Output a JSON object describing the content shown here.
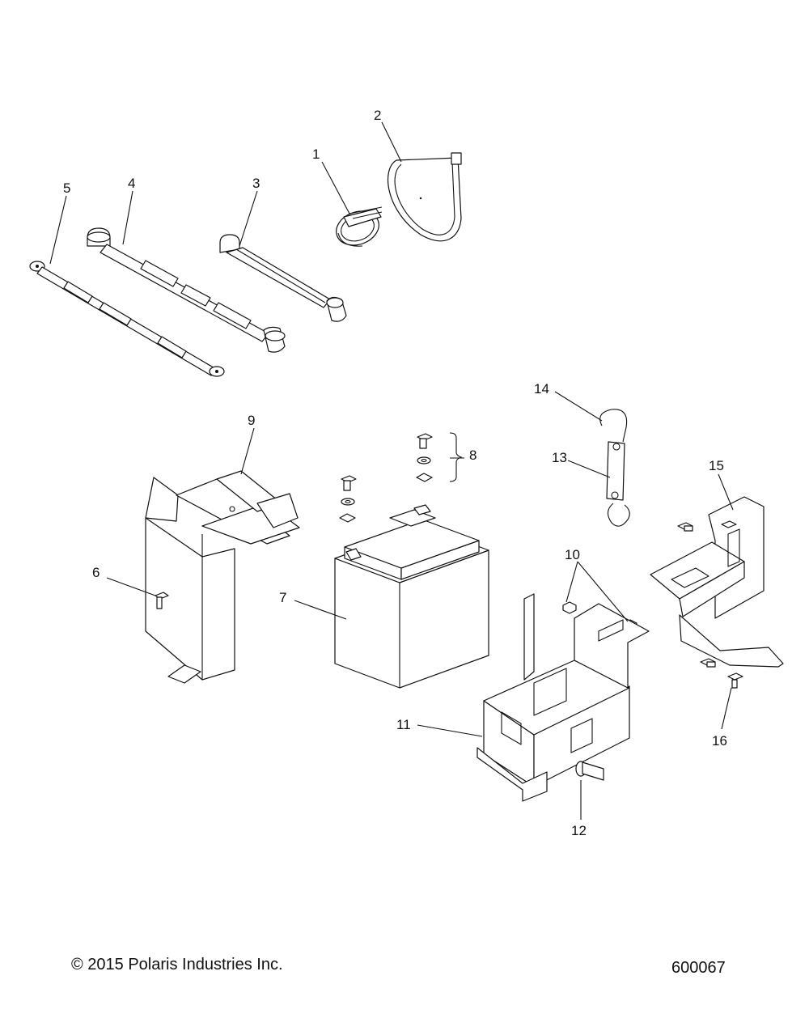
{
  "callouts": {
    "c1": "1",
    "c2": "2",
    "c3": "3",
    "c4": "4",
    "c5": "5",
    "c6": "6",
    "c7": "7",
    "c8": "8",
    "c9": "9",
    "c10": "10",
    "c11": "11",
    "c12": "12",
    "c13": "13",
    "c14": "14",
    "c15": "15",
    "c16": "16"
  },
  "footer": {
    "copyright": "© 2015 Polaris Industries Inc.",
    "drawing_number": "600067"
  }
}
